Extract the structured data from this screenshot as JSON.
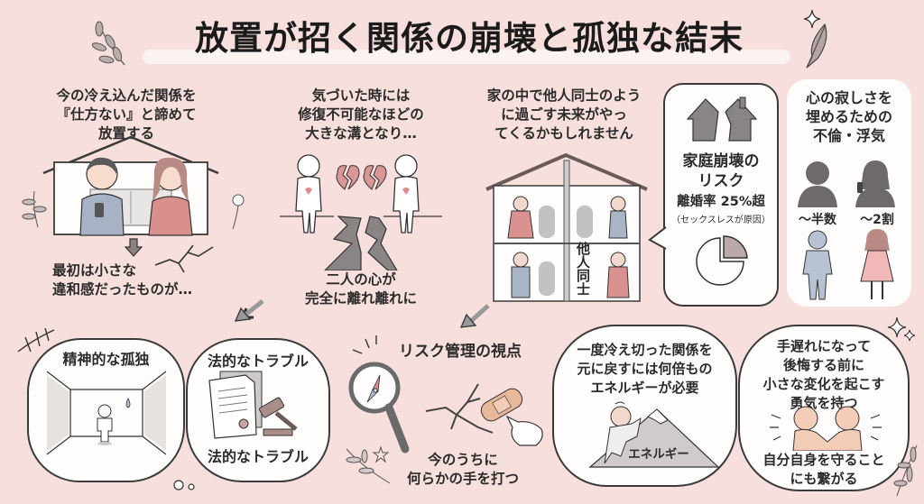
{
  "title": "放置が招く関係の崩壊と孤独な結末",
  "colors": {
    "background": "#f6dfdc",
    "panel": "#fffdfc",
    "ink": "#2b2b2b",
    "accent_pink": "#e6a7a7",
    "accent_blue": "#b7c3d3",
    "shadow_gray": "#7a7a7a"
  },
  "sections": {
    "neglect": {
      "caption": "今の冷え込んだ関係を\n『仕方ない』と諦めて\n放置する",
      "follow_up": "最初は小さな\n違和感だったものが…",
      "icons": [
        "house-icon",
        "couple-on-sofa-icon",
        "down-arrow-icon",
        "crack-icon"
      ]
    },
    "rift": {
      "caption": "気づいた時には\n修復不可能なほどの\n大きな溝となり…",
      "follow_up": "二人の心が\n完全に離れ離れに",
      "icons": [
        "broken-heart-icon",
        "person-icon",
        "ground-crack-icon"
      ]
    },
    "strangers": {
      "caption": "家の中で他人同士のよう\nに過ごす未来がやっ\nてくるかもしれません",
      "house_label": "他人同士",
      "icons": [
        "house-cross-section-icon"
      ]
    },
    "family_collapse": {
      "heading": "家庭崩壊の\nリスク",
      "stat": "離婚率 25%超",
      "note": "（セックスレスが原因）",
      "icons": [
        "split-house-icon",
        "pie-chart-icon"
      ]
    },
    "infidelity": {
      "heading": "心の寂しさを\n埋めるための\n不倫・浮気",
      "male_stat": "〜半数",
      "female_stat": "〜2割",
      "icons": [
        "silhouette-man-icon",
        "silhouette-woman-icon"
      ]
    },
    "mental_isolation": {
      "heading": "精神的な孤独",
      "icons": [
        "empty-room-icon",
        "teardrop-icon"
      ]
    },
    "legal_trouble": {
      "heading": "法的なトラブル",
      "footer": "法的なトラブル",
      "icons": [
        "document-icon",
        "gavel-icon"
      ]
    },
    "risk_management": {
      "heading": "リスク管理の視点",
      "caption": "今のうちに\n何らかの手を打つ",
      "icons": [
        "magnifier-compass-icon",
        "bandage-icon",
        "pointing-hand-icon"
      ]
    },
    "energy": {
      "heading": "一度冷え切った関係を\n元に戻すには何倍もの\nエネルギーが必要",
      "mountain_label": "エネルギー",
      "icons": [
        "climber-icon",
        "mountain-icon"
      ]
    },
    "courage": {
      "heading": "手遅れになって\n後悔する前に\n小さな変化を起こす\n勇気を持つ",
      "footer": "自分自身を守ること\nにも繋がる",
      "icons": [
        "handshake-icon"
      ]
    }
  }
}
